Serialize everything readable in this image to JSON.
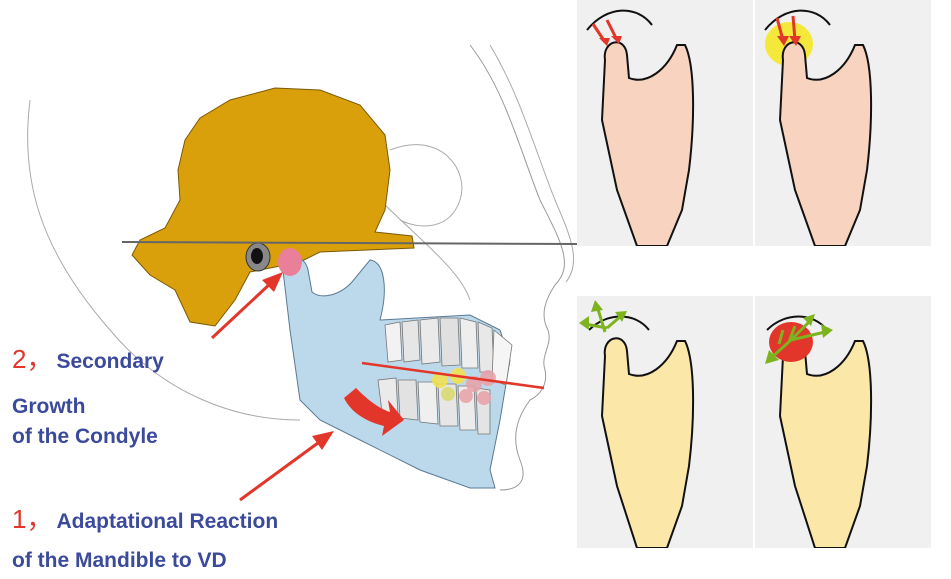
{
  "labels": {
    "secondary": {
      "number": "2，",
      "line1": "Secondary",
      "line2": "Growth",
      "line3": "of the Condyle"
    },
    "adaptational": {
      "number": "1，",
      "line1": "Adaptational Reaction",
      "line2": "of the Mandible to VD"
    }
  },
  "colors": {
    "skull": "#d9a00c",
    "mandible": "#bcd9ec",
    "panel_pink": "#f7d3c0",
    "panel_yellow": "#fbe7a8",
    "arrow_red": "#e2362a",
    "arrow_green": "#7db31e",
    "label_text": "#3b4a9a"
  }
}
